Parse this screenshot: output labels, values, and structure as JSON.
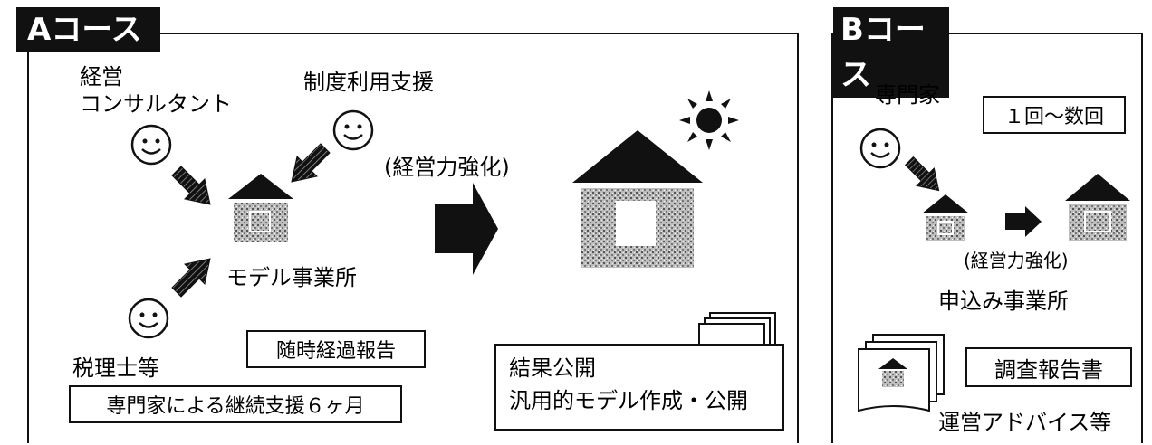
{
  "course_a": {
    "title": "Aコース",
    "advisor_consultant": [
      "経営",
      "コンサルタント"
    ],
    "advisor_support": "制度利用支援",
    "advisor_tax": "税理士等",
    "model_office": "モデル事業所",
    "strengthen": "(経営力強化)",
    "progress_report": "随時経過報告",
    "continuous_support": "専門家による継続支援６ヶ月",
    "result_publication": [
      "結果公開",
      "汎用的モデル作成・公開"
    ]
  },
  "course_b": {
    "title": "Bコース",
    "expert": "専門家",
    "frequency": "１回～数回",
    "strengthen": "(経営力強化)",
    "applicant_office": "申込み事業所",
    "survey_report": "調査報告書",
    "operation_advice": "運営アドバイス等"
  }
}
